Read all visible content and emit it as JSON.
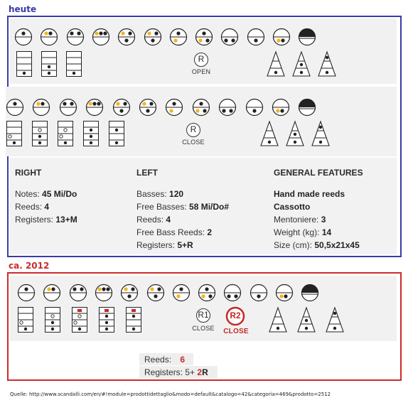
{
  "labels": {
    "today": "heute",
    "older": "ca. 2012"
  },
  "colors": {
    "today_frame": "#3a3aa8",
    "older_frame": "#cc2b2b",
    "switch_dot": "#f2b519",
    "accent_red": "#c62828"
  },
  "switches": {
    "top_right": [
      "upper",
      "yellow_upper",
      "full_upper",
      "yellow_full_upper",
      "yellow_3",
      "yellow_3",
      "yellow_lower",
      "yellow_full_lower",
      "full_lower",
      "lower",
      "yellow_lower_left",
      "master"
    ],
    "top_bass": [
      "b1",
      "b2",
      "b3"
    ],
    "top_bass_register": {
      "letter": "R",
      "caption": "OPEN"
    },
    "top_treble_right": [
      "t1",
      "t2",
      "t3"
    ],
    "mid_right": [
      "upper",
      "yellow_upper",
      "full_upper",
      "yellow_full_upper",
      "yellow_3",
      "yellow_3",
      "yellow_lower",
      "yellow_full_lower",
      "full_lower",
      "lower",
      "yellow_lower_left",
      "master"
    ],
    "mid_bass": [
      "b1",
      "b2",
      "b3",
      "b4",
      "b5"
    ],
    "mid_bass_register": {
      "letter": "R",
      "caption": "CLOSE"
    },
    "mid_treble_right": [
      "t1",
      "t2",
      "t3"
    ],
    "old_right": [
      "upper",
      "yellow_upper",
      "full_upper",
      "yellow_full_upper",
      "yellow_3",
      "yellow_3",
      "yellow_lower",
      "yellow_full_lower",
      "full_lower",
      "lower",
      "yellow_lower_left",
      "master"
    ],
    "old_bass": [
      "b1",
      "b2",
      "b3",
      "b4",
      "b5"
    ],
    "old_bass_register_1": {
      "letter": "R1",
      "caption": "CLOSE"
    },
    "old_bass_register_2": {
      "letter": "R2",
      "caption": "CLOSE"
    },
    "old_treble_right": [
      "t1",
      "t2",
      "t3"
    ]
  },
  "specs": {
    "right": {
      "title": "RIGHT",
      "rows": [
        {
          "label": "Notes: ",
          "value": "45 Mi/Do"
        },
        {
          "label": "Reeds: ",
          "value": "4"
        },
        {
          "label": "Registers: ",
          "value": "13+M"
        }
      ]
    },
    "left": {
      "title": "LEFT",
      "rows": [
        {
          "label": "Basses: ",
          "value": "120"
        },
        {
          "label": "Free Basses: ",
          "value": "58 Mi/Do#"
        },
        {
          "label": "Reeds: ",
          "value": "4"
        },
        {
          "label": "Free Bass Reeds: ",
          "value": "2"
        },
        {
          "label": "Registers: ",
          "value": "5+R"
        }
      ]
    },
    "general": {
      "title": "GENERAL FEATURES",
      "rows": [
        {
          "label": "",
          "value": "Hand made reeds"
        },
        {
          "label": "",
          "value": "Cassotto"
        },
        {
          "label": "Mentoniere: ",
          "value": "3"
        },
        {
          "label": "Weight (kg): ",
          "value": "14"
        },
        {
          "label": "Size (cm): ",
          "value": "50,5x21x45"
        }
      ]
    }
  },
  "old_specs": {
    "reeds_label": "Reeds:",
    "reeds_value": "6",
    "registers_label": "Registers: 5+ ",
    "registers_highlight": "2",
    "registers_suffix": "R"
  },
  "source": "Quelle: http://www.scandalli.com/en/#!module=prodottidettaglio&modo=default&catalogo=42&categoria=469&prodotto=2512"
}
